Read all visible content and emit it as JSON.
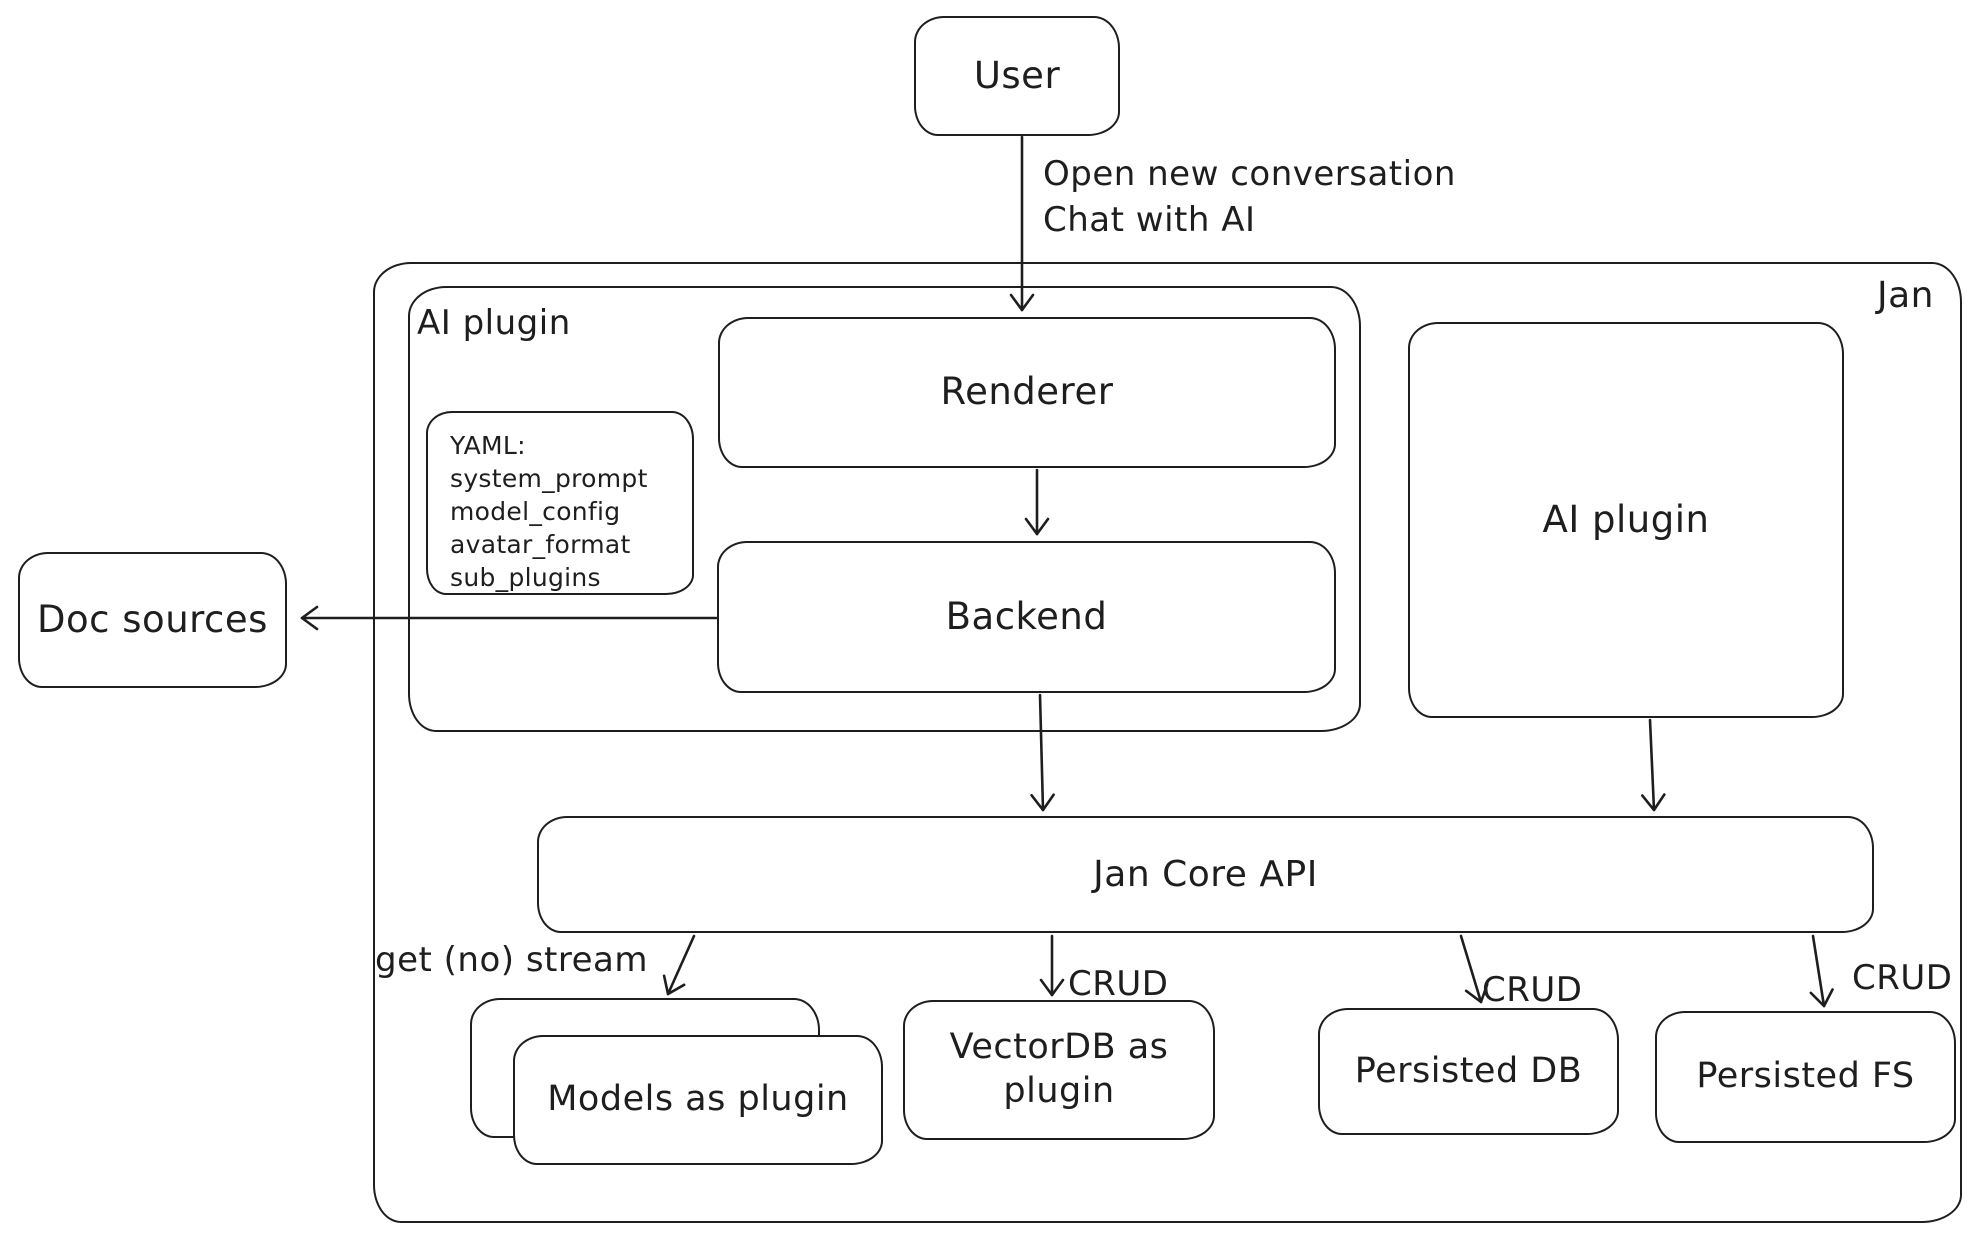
{
  "colors": {
    "stroke": "#1e1e1e",
    "background": "#ffffff"
  },
  "diagram": {
    "user": {
      "label": "User"
    },
    "flow_label": {
      "line1": "Open new conversation",
      "line2": "Chat with AI"
    },
    "jan": {
      "label": "Jan"
    },
    "ai_plugin_left": {
      "label": "AI plugin"
    },
    "renderer": {
      "label": "Renderer"
    },
    "backend": {
      "label": "Backend"
    },
    "yaml_note": {
      "title": "YAML:",
      "items": [
        "system_prompt",
        "model_config",
        "avatar_format",
        "sub_plugins"
      ]
    },
    "doc_sources": {
      "label": "Doc sources"
    },
    "ai_plugin_right": {
      "label": "AI plugin"
    },
    "core_api": {
      "label": "Jan Core API"
    },
    "models_plugin": {
      "label": "Models as plugin"
    },
    "vectordb_plugin": {
      "label": "VectorDB as plugin"
    },
    "persisted_db": {
      "label": "Persisted DB"
    },
    "persisted_fs": {
      "label": "Persisted FS"
    },
    "edge_labels": {
      "stream": "get (no) stream",
      "crud_vectordb": "CRUD",
      "crud_persisted_db": "CRUD",
      "crud_persisted_fs": "CRUD"
    }
  }
}
